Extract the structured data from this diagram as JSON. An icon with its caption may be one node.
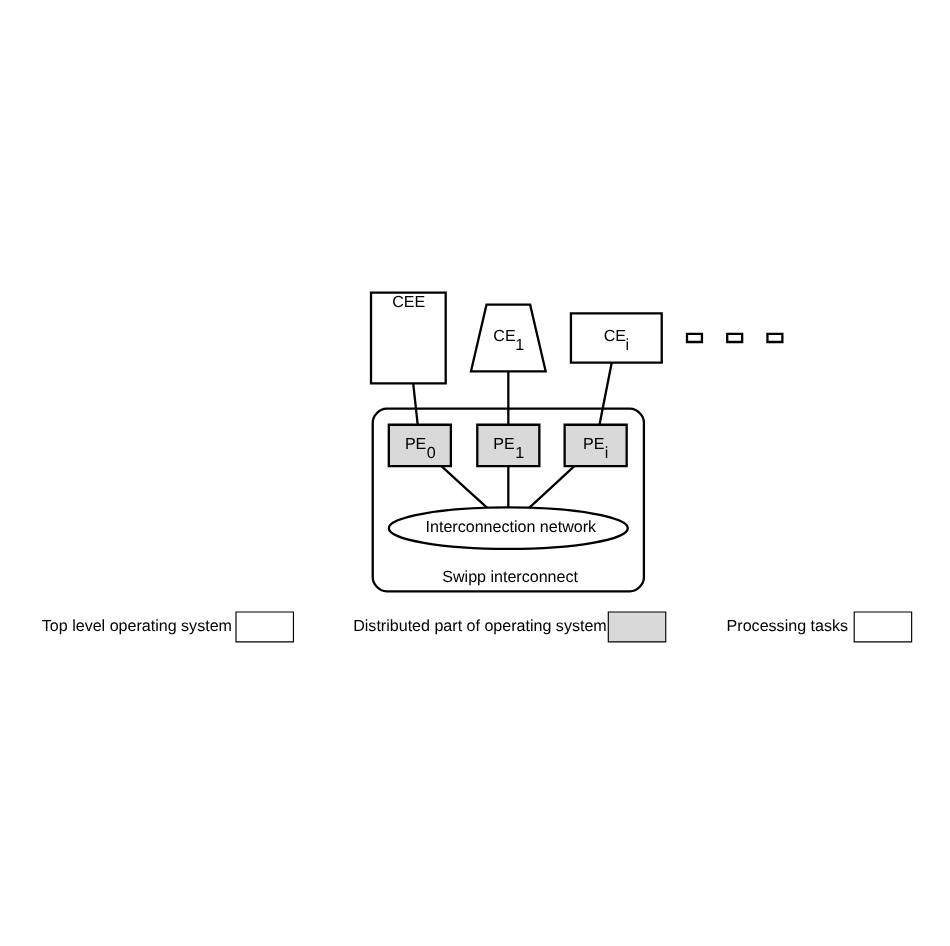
{
  "diagram": {
    "nodes": [
      {
        "text": [
          "CEE"
        ]
      },
      {
        "text": [
          "CE$_{1}$"
        ]
      },
      {
        "text": [],
        "shape": "box"
      },
      {
        "text": [],
        "shape": "box"
      },
      {
        "text": [
          "CE$_{i}$"
        ]
      },
      {
        "text": [],
        "shape": "box"
      },
      {
        "text": [
          "Swipp interconnect"
        ]
      },
      {
        "text": [
          "PE$_{0}$"
        ],
        "in": 6
      },
      {
        "text": [
          "PE$_{1}$"
        ],
        "in": 6
      },
      {
        "text": [
          "PE$_{i}$"
        ],
        "in": 6
      },
      {
        "text": [
          "Interconnection network"
        ],
        "in": 6
      }
    ],
    "edges": [
      {
        "from": 0,
        "to": 7,
        "arrow": "none"
      },
      {
        "from": 1,
        "to": 8,
        "arrow": "none"
      },
      {
        "from": 4,
        "to": 9,
        "arrow": "none"
      },
      {
        "from": 7,
        "to": 10,
        "arrow": "none"
      },
      {
        "from": 8,
        "to": 10,
        "arrow": "none"
      },
      {
        "from": 9,
        "to": 10,
        "arrow": "none"
      }
    ],
    "legend": [
      {
        "text": "Top level operating system",
        "color": "#ffffff"
      },
      {
        "text": "Distributed part of operating system",
        "color": "#d9d9d9"
      },
      {
        "text": "Processing tasks",
        "color": "#ffffff"
      }
    ]
  }
}
